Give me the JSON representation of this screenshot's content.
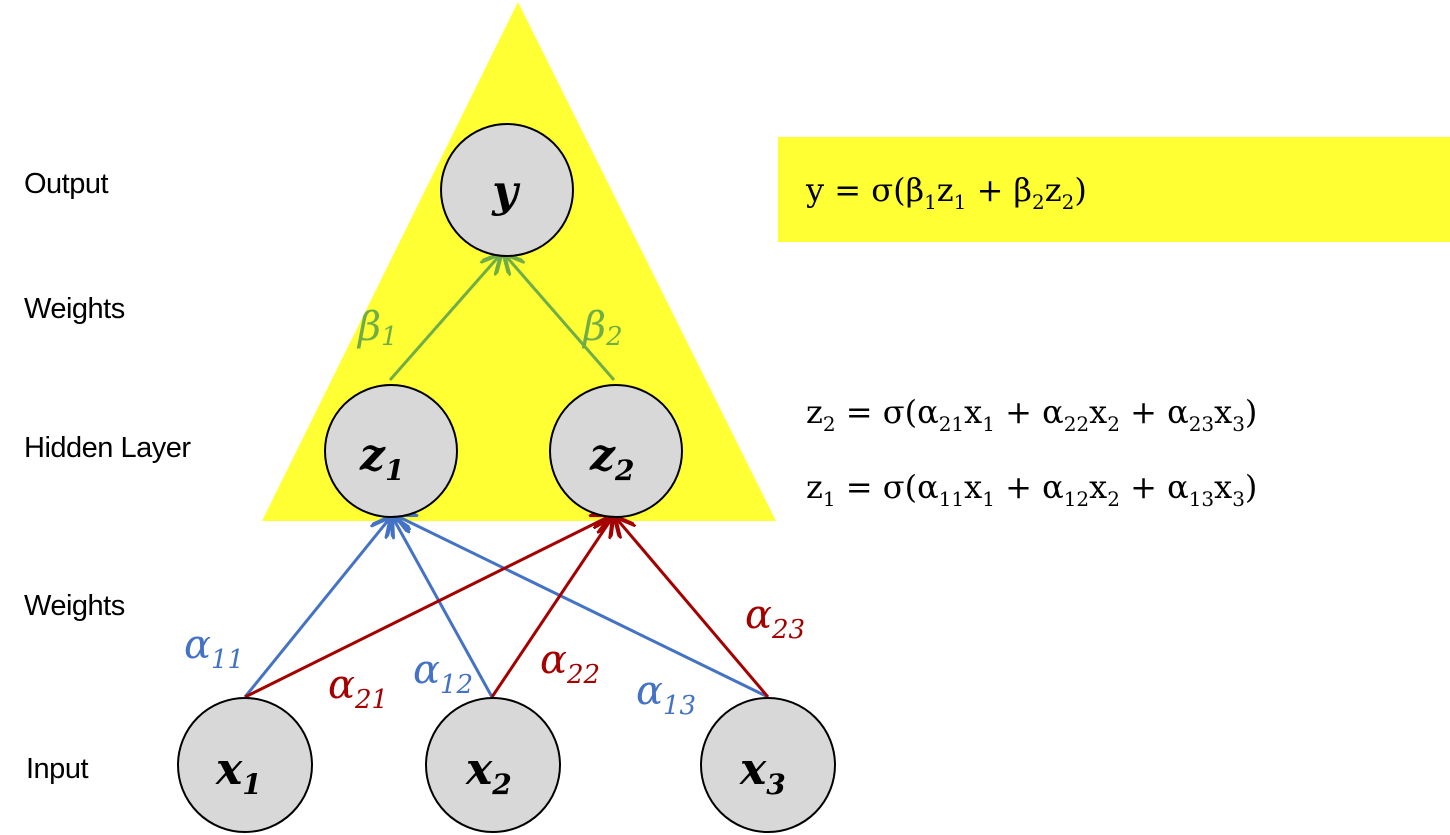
{
  "colors": {
    "highlight": "#ffff33",
    "node_fill": "#d8d8d8",
    "alpha1": "#4472c4",
    "alpha2": "#a50000",
    "beta": "#70ad47"
  },
  "layers": {
    "output": "Output",
    "weights_top": "Weights",
    "hidden": "Hidden Layer",
    "weights_bottom": "Weights",
    "input": "Input"
  },
  "nodes": {
    "y": {
      "main": "y",
      "sub": ""
    },
    "z1": {
      "main": "z",
      "sub": "1"
    },
    "z2": {
      "main": "z",
      "sub": "2"
    },
    "x1": {
      "main": "x",
      "sub": "1"
    },
    "x2": {
      "main": "x",
      "sub": "2"
    },
    "x3": {
      "main": "x",
      "sub": "3"
    }
  },
  "weights": {
    "beta1": {
      "main": "β",
      "sub": "1"
    },
    "beta2": {
      "main": "β",
      "sub": "2"
    },
    "alpha11": {
      "main": "α",
      "sub": "11"
    },
    "alpha12": {
      "main": "α",
      "sub": "12"
    },
    "alpha13": {
      "main": "α",
      "sub": "13"
    },
    "alpha21": {
      "main": "α",
      "sub": "21"
    },
    "alpha22": {
      "main": "α",
      "sub": "22"
    },
    "alpha23": {
      "main": "α",
      "sub": "23"
    }
  },
  "equations": {
    "y": {
      "p1": "y = σ(β",
      "s1": "1",
      "p2": "z",
      "s2": "1",
      "p3": " + β",
      "s3": "2",
      "p4": "z",
      "s4": "2",
      "p5": ")"
    },
    "z2": {
      "p1": "z",
      "s1": "2",
      "p2": " = σ(α",
      "s2": "21",
      "p3": "x",
      "s3": "1",
      "p4": " + α",
      "s4": "22",
      "p5": "x",
      "s5": "2",
      "p6": " + α",
      "s6": "23",
      "p7": "x",
      "s7": "3",
      "p8": ")"
    },
    "z1": {
      "p1": "z",
      "s1": "1",
      "p2": " = σ(α",
      "s2": "11",
      "p3": "x",
      "s3": "1",
      "p4": " + α",
      "s4": "12",
      "p5": "x",
      "s5": "2",
      "p6": " + α",
      "s6": "13",
      "p7": "x",
      "s7": "3",
      "p8": ")"
    }
  }
}
